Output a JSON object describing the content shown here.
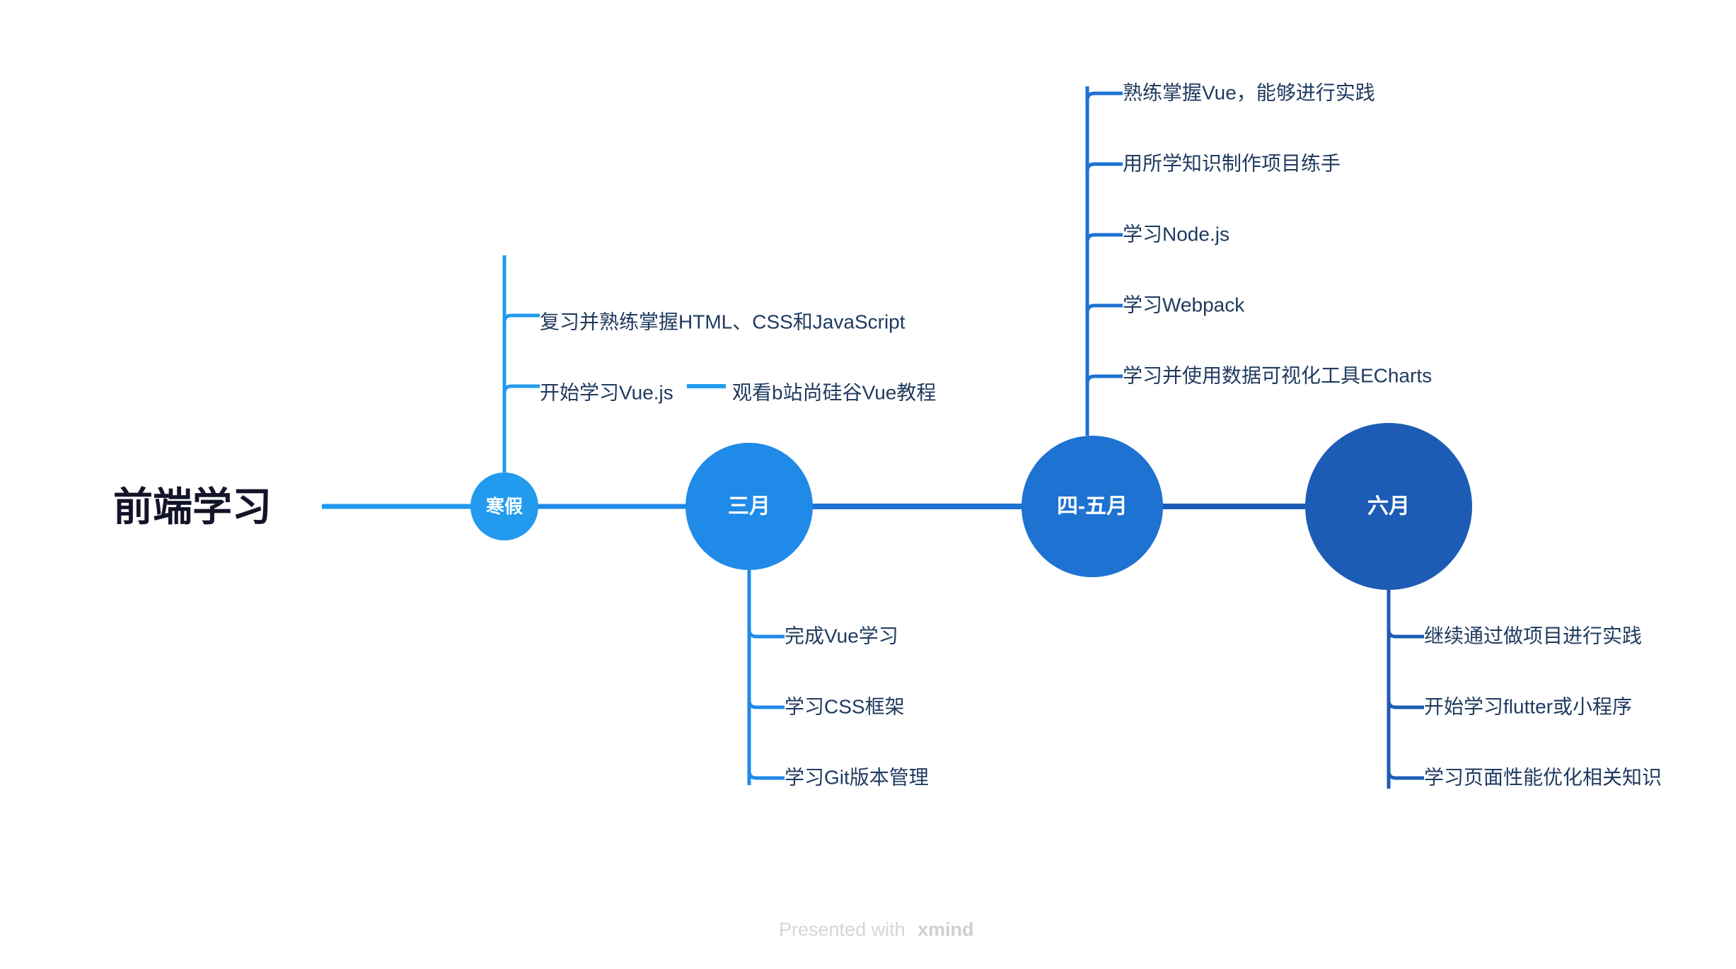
{
  "root": {
    "title": "前端学习",
    "title_color": "#131428"
  },
  "colors": {
    "spine_1": "#229bee",
    "spine_2": "#1f8ae8",
    "spine_3": "#1d72d2",
    "spine_4": "#1c5cb5",
    "leaf_text": "#1f3a5f",
    "node_text": "#ffffff",
    "background": "#ffffff",
    "watermark": "#d4d6d9"
  },
  "nodes": [
    {
      "label": "寒假",
      "color": "#229bee",
      "direction": "up",
      "children": [
        {
          "label": "复习并熟练掌握HTML、CSS和JavaScript",
          "children": []
        },
        {
          "label": "开始学习Vue.js",
          "children": [
            {
              "label": "观看b站尚硅谷Vue教程"
            }
          ]
        }
      ]
    },
    {
      "label": "三月",
      "color": "#1f8ae8",
      "direction": "down",
      "children": [
        {
          "label": "完成Vue学习",
          "children": []
        },
        {
          "label": "学习CSS框架",
          "children": []
        },
        {
          "label": "学习Git版本管理",
          "children": []
        }
      ]
    },
    {
      "label": "四-五月",
      "color": "#1d72d2",
      "direction": "up",
      "children": [
        {
          "label": "熟练掌握Vue，能够进行实践",
          "children": []
        },
        {
          "label": "用所学知识制作项目练手",
          "children": []
        },
        {
          "label": "学习Node.js",
          "children": []
        },
        {
          "label": "学习Webpack",
          "children": []
        },
        {
          "label": "学习并使用数据可视化工具ECharts",
          "children": []
        }
      ]
    },
    {
      "label": "六月",
      "color": "#1c5cb5",
      "direction": "down",
      "children": [
        {
          "label": "继续通过做项目进行实践",
          "children": []
        },
        {
          "label": "开始学习flutter或小程序",
          "children": []
        },
        {
          "label": "学习页面性能优化相关知识",
          "children": []
        }
      ]
    }
  ],
  "watermark": {
    "prefix": "Presented with ",
    "brand": "xmind"
  }
}
